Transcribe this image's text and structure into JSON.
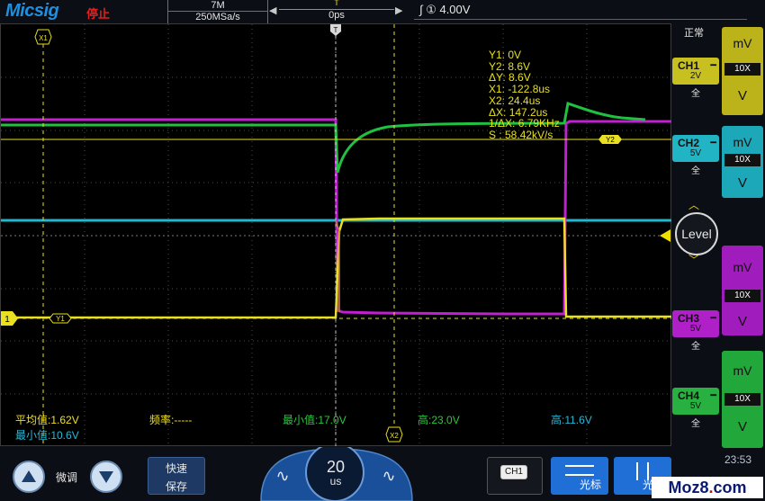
{
  "topbar": {
    "brand": "Micsig",
    "run_state": "停止",
    "memory_depth": "7M",
    "sample_rate": "250MSa/s",
    "horizontal_position_marker": "T",
    "horizontal_position": "0ps",
    "trigger_edge_icon": "rising-edge-icon",
    "trigger_channel": "①",
    "trigger_level": "4.00V"
  },
  "status": {
    "acquire_mode": "正常"
  },
  "cursor_markers": {
    "x1": "X1",
    "x2": "X2",
    "y1": "Y1",
    "y2": "Y2",
    "trigger_marker": "T",
    "ch1_ground_marker": "1"
  },
  "cursor_readout": [
    "Y1:  0V",
    "Y2:  8.6V",
    "ΔY:  8.6V",
    "X1:  -122.8us",
    "X2:  24.4us",
    "ΔX:  147.2us",
    "1/ΔX:  6.79KHz",
    "S :  58.42kV/s"
  ],
  "measurements": [
    {
      "label": "平均值:1.62V",
      "color": "#f0e020"
    },
    {
      "label": "频率:-----",
      "color": "#f0e020"
    },
    {
      "label": "最小值:17.0V",
      "color": "#28c83c"
    },
    {
      "label": "高:23.0V",
      "color": "#28c83c"
    },
    {
      "label": "高:11.6V",
      "color": "#28b8d8"
    },
    {
      "label": "最小值:10.6V",
      "color": "#28b8d8"
    }
  ],
  "channels": [
    {
      "name": "CH1",
      "scale": "2V",
      "coupling": "全",
      "color": "#c8c020",
      "probe": "10X",
      "unit_top": "mV",
      "unit_bottom": "V"
    },
    {
      "name": "CH2",
      "scale": "5V",
      "coupling": "全",
      "color": "#20b4c4",
      "probe": "10X",
      "unit_top": "mV",
      "unit_bottom": "V"
    },
    {
      "name": "CH3",
      "scale": "5V",
      "coupling": "全",
      "color": "#b020c8",
      "probe": "10X",
      "unit_top": "mV",
      "unit_bottom": "V"
    },
    {
      "name": "CH4",
      "scale": "5V",
      "coupling": "全",
      "color": "#28b040",
      "probe": "10X",
      "unit_top": "mV",
      "unit_bottom": "V"
    }
  ],
  "level_knob": {
    "label": "Level"
  },
  "clock": "23:53",
  "bottom": {
    "fine_label": "微调",
    "quick_save_line1": "快速",
    "quick_save_line2": "保存",
    "timebase_value": "20",
    "timebase_unit": "us",
    "cursor_source": "CH1",
    "horizontal_cursor_label": "光标",
    "vertical_cursor_label": "光标"
  },
  "watermark": {
    "text_a": "Moz8",
    "text_dot": ".",
    "text_b": "com"
  },
  "colors": {
    "ch1": "#e8e020",
    "ch2": "#20b8d0",
    "ch3": "#c020d0",
    "ch4": "#20c040",
    "cursor": "#e8e020",
    "accent_blue": "#1f6fd6",
    "background": "#000000"
  }
}
